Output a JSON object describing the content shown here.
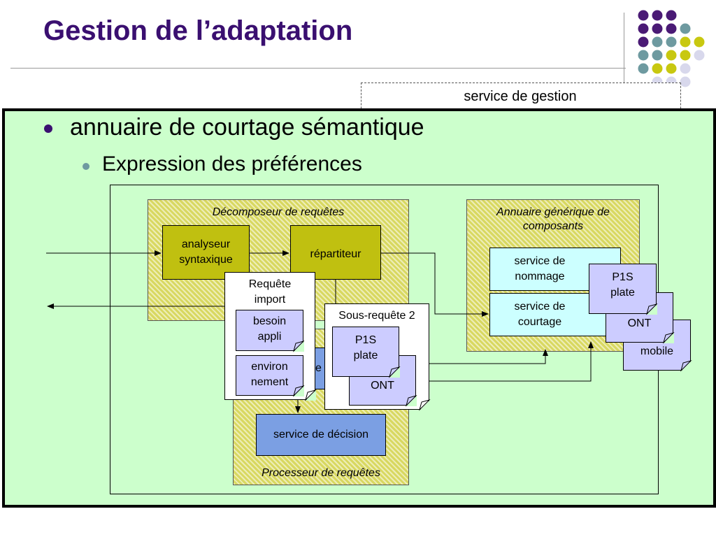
{
  "slide": {
    "title": "Gestion de l’adaptation",
    "background_label": "service de gestion",
    "bullet_1": "annuaire de courtage sémantique",
    "bullet_2": "Expression des préférences"
  },
  "diagram": {
    "decomposer": {
      "title": "Décomposeur de requêtes",
      "analyseur": "analyseur syntaxique",
      "repartiteur": "répartiteur"
    },
    "processor": {
      "title": "Processeur de requêtes",
      "partial_box_text": "e",
      "decision": "service de décision"
    },
    "annuaire": {
      "title": "Annuaire générique de composants",
      "nommage": "service de nommage",
      "courtage": "service de courtage"
    },
    "requete_import": {
      "title": "Requête import",
      "besoin": "besoin appli",
      "environnement": "environ nement"
    },
    "sous_requete": {
      "title": "Sous-requête 2",
      "p1s": "P1S plate",
      "ont": "ONT"
    },
    "right_docs": {
      "p1s": "P1S plate",
      "ont": "ONT",
      "mobile": "mobile"
    }
  },
  "colors": {
    "title": "#3a0f70",
    "main_background": "#ccffcc",
    "olive_box": "#c0c010",
    "cyan_box": "#ccffff",
    "blue_box": "#7b9fe3",
    "document": "#ccccff",
    "hatched_group": "#d8d860"
  }
}
